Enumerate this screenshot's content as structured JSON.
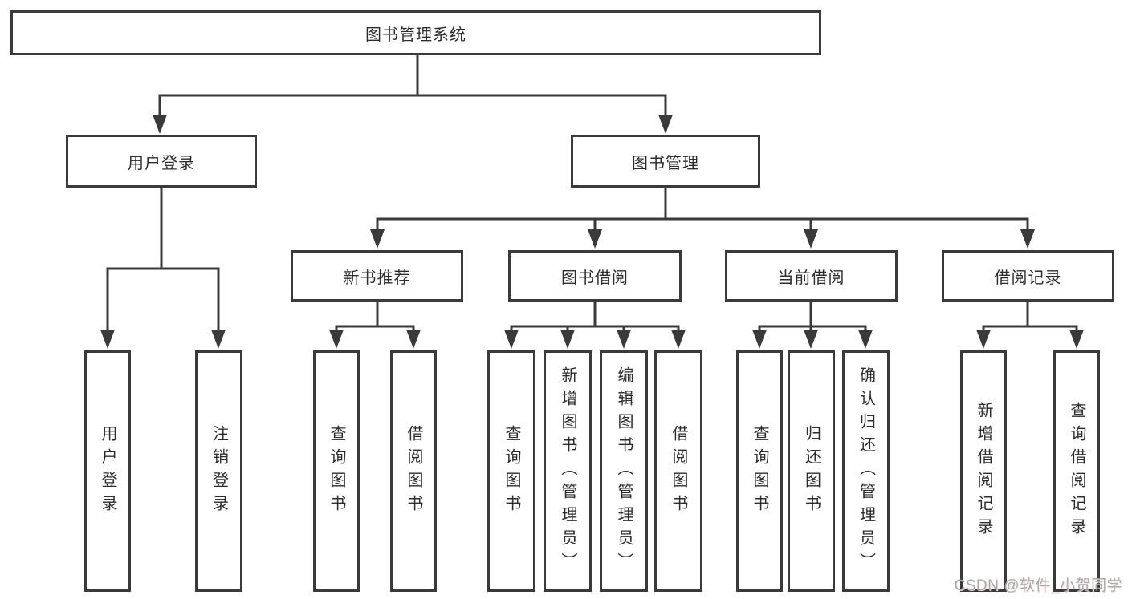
{
  "diagram": {
    "root": {
      "label": "图书管理系统"
    },
    "login": {
      "label": "用户登录",
      "children": [
        {
          "label": "用户登录"
        },
        {
          "label": "注销登录"
        }
      ]
    },
    "management": {
      "label": "图书管理",
      "sections": [
        {
          "label": "新书推荐",
          "children": [
            {
              "label": "查询图书"
            },
            {
              "label": "借阅图书"
            }
          ]
        },
        {
          "label": "图书借阅",
          "children": [
            {
              "label": "查询图书"
            },
            {
              "label": "新增图书（管理员）"
            },
            {
              "label": "编辑图书（管理员）"
            },
            {
              "label": "借阅图书"
            }
          ]
        },
        {
          "label": "当前借阅",
          "children": [
            {
              "label": "查询图书"
            },
            {
              "label": "归还图书"
            },
            {
              "label": "确认归还（管理员）"
            }
          ]
        },
        {
          "label": "借阅记录",
          "children": [
            {
              "label": "新增借阅记录"
            },
            {
              "label": "查询借阅记录"
            }
          ]
        }
      ]
    }
  },
  "watermark": {
    "text": "CSDN @软件_小贺同学"
  },
  "colors": {
    "line": "#3a3a3a",
    "text": "#2d2d2d",
    "watermark": "#a5a5a5",
    "background": "#ffffff"
  }
}
